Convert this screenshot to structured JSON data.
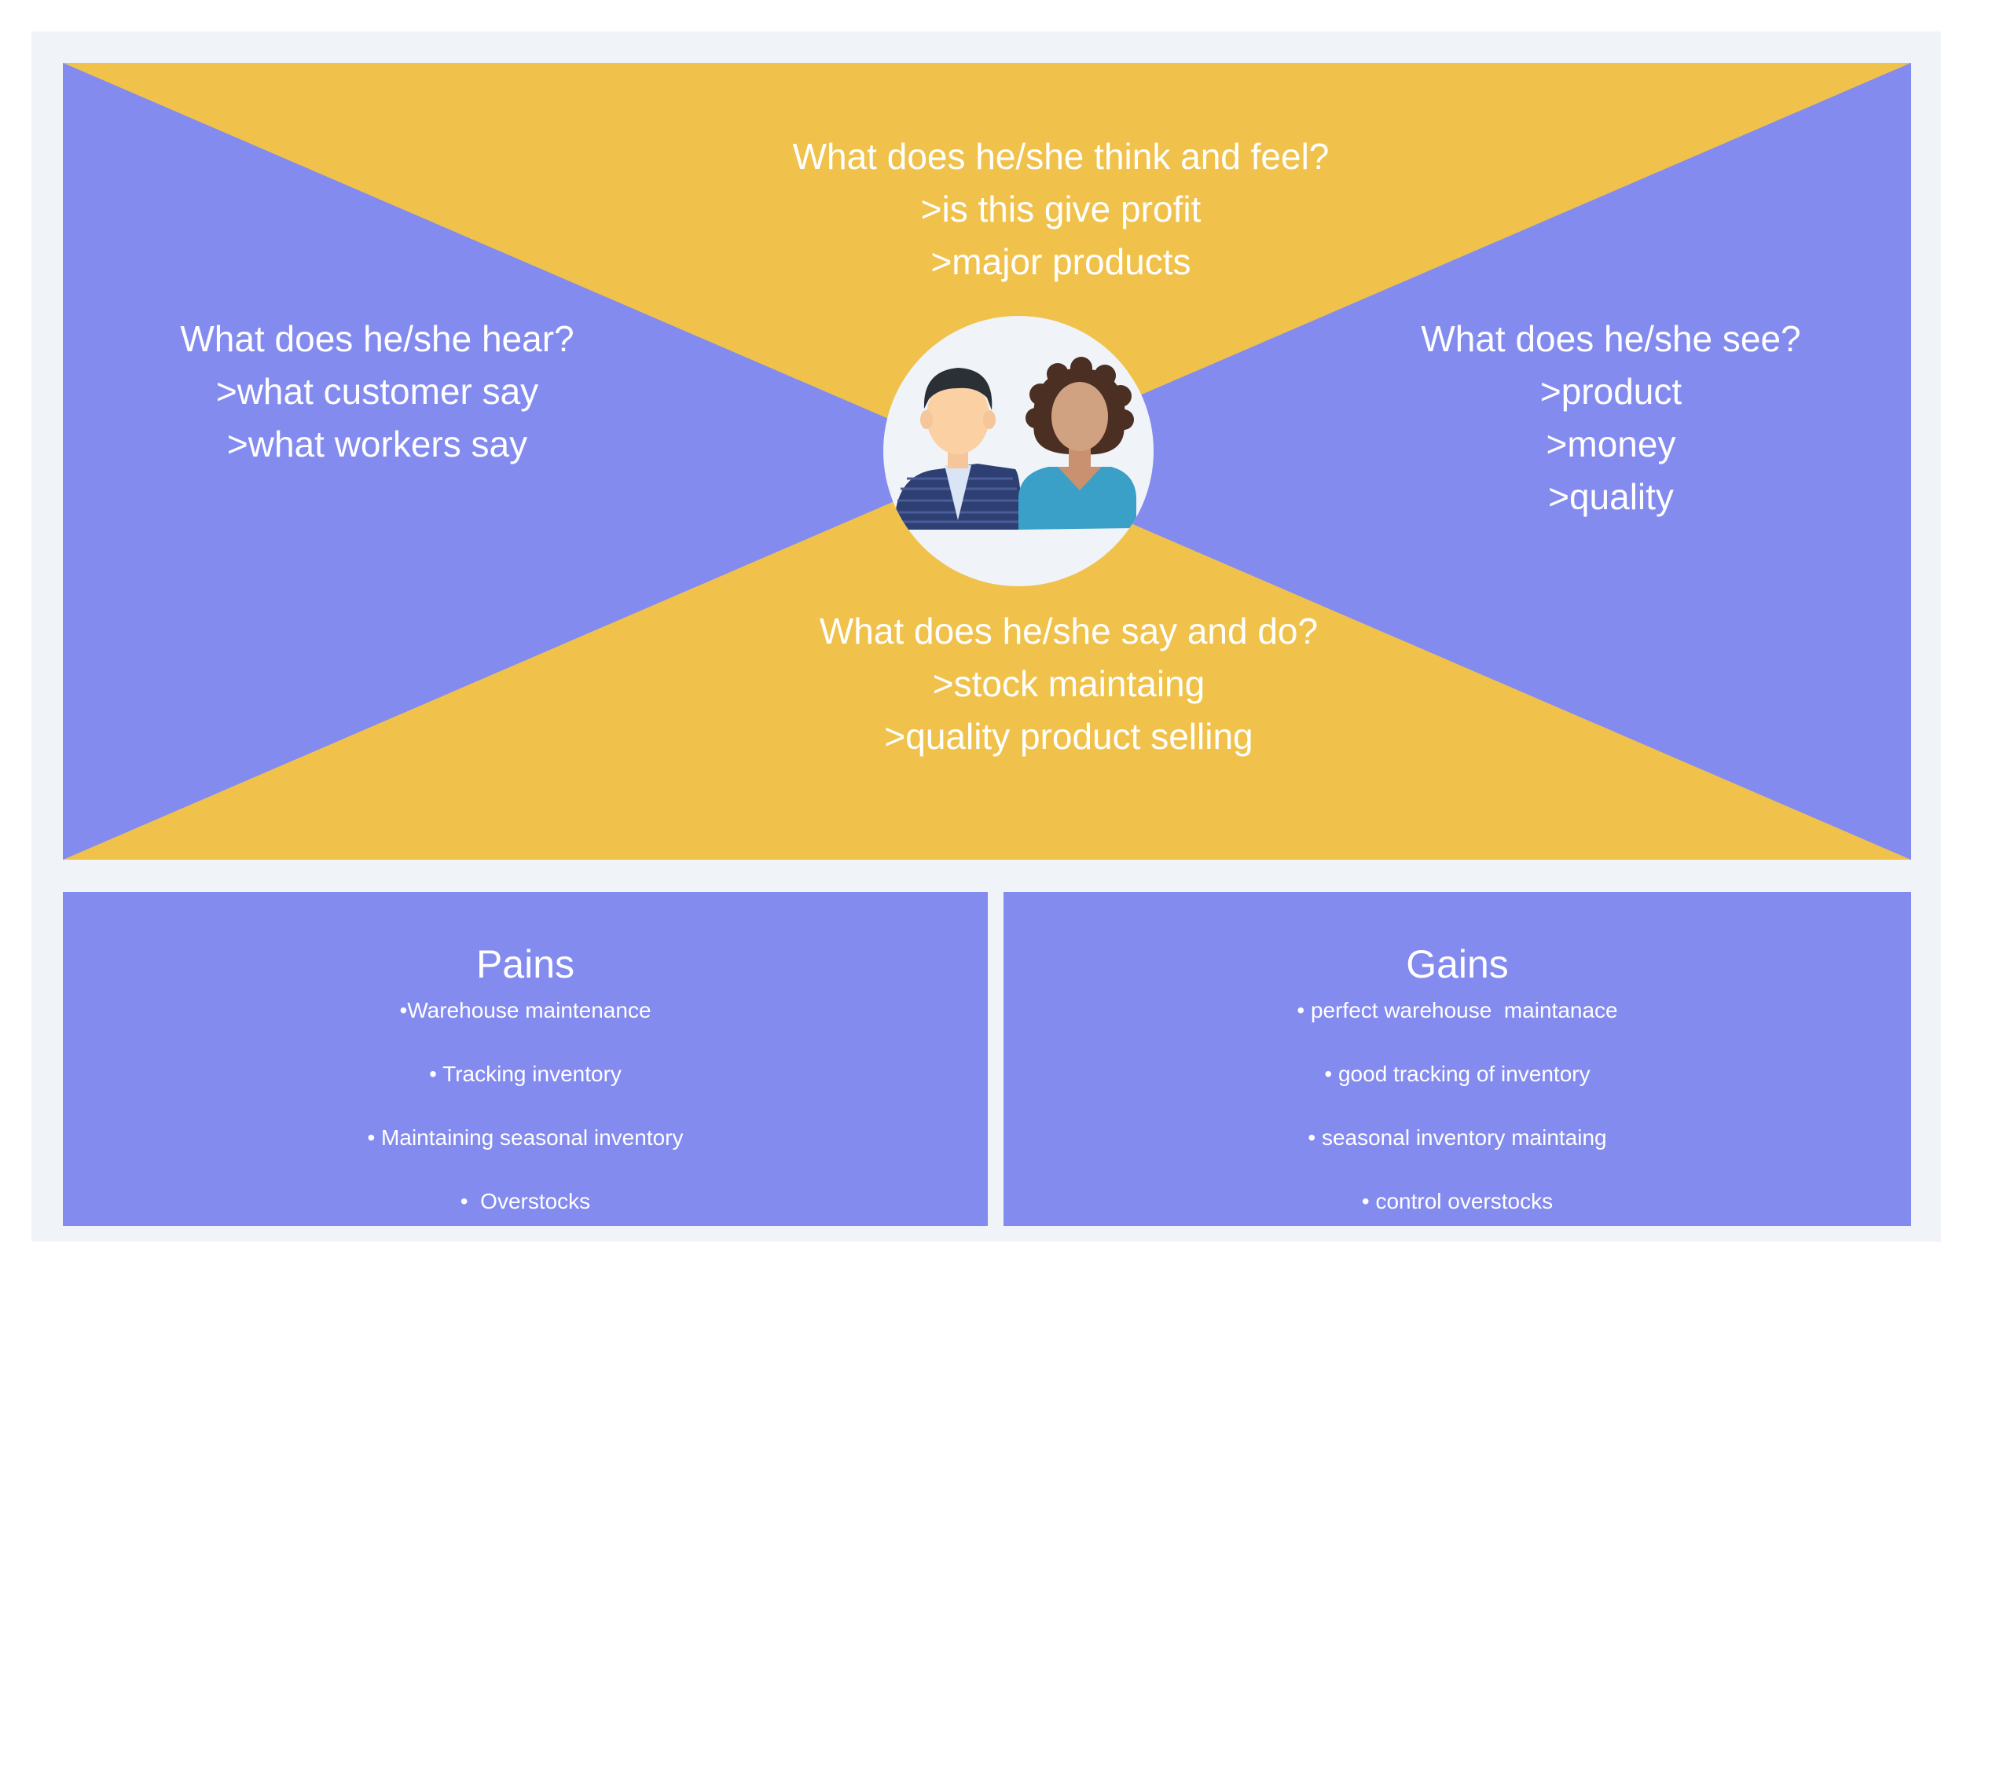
{
  "colors": {
    "page_bg": "#ffffff",
    "board_bg": "#f0f4f9",
    "purple": "#838bef",
    "yellow": "#f0c24c",
    "text": "#ffffff"
  },
  "think_feel": {
    "heading": "What does he/she think and feel?",
    "lines": [
      ">is this give profit",
      ">major products"
    ]
  },
  "hear": {
    "heading": "What does he/she hear?",
    "lines": [
      ">what customer say",
      ">what workers say"
    ]
  },
  "see": {
    "heading": "What does he/she see?",
    "lines": [
      ">product",
      ">money",
      ">quality"
    ]
  },
  "say_do": {
    "heading": "What does he/she say and do?",
    "lines": [
      ">stock maintaing",
      ">quality product selling"
    ]
  },
  "avatar": {
    "icon": "people-avatar-icon"
  },
  "pains": {
    "title": "Pains",
    "items": [
      "•Warehouse maintenance",
      "• Tracking inventory",
      "• Maintaining seasonal inventory",
      "•  Overstocks"
    ]
  },
  "gains": {
    "title": "Gains",
    "items": [
      "• perfect warehouse  maintanace",
      "• good tracking of inventory",
      "• seasonal inventory maintaing",
      "• control overstocks"
    ]
  }
}
